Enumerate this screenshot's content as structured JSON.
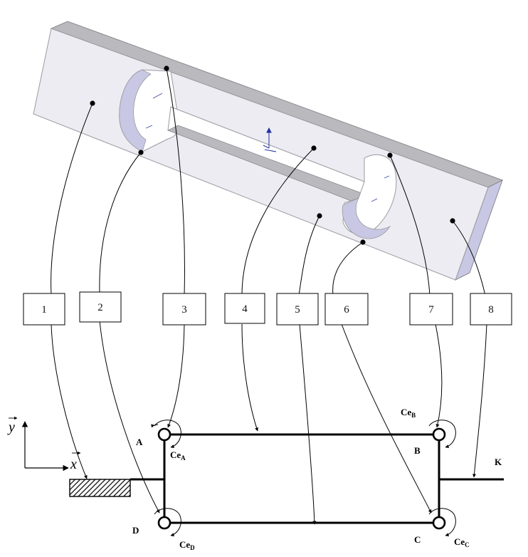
{
  "numbered_boxes": [
    {
      "label": "1"
    },
    {
      "label": "2"
    },
    {
      "label": "3"
    },
    {
      "label": "4"
    },
    {
      "label": "5"
    },
    {
      "label": "6"
    },
    {
      "label": "7"
    },
    {
      "label": "8"
    }
  ],
  "nodes": {
    "A": "A",
    "B": "B",
    "C": "C",
    "D": "D",
    "K": "K"
  },
  "moments": {
    "A": {
      "main": "Ce",
      "sub": "A"
    },
    "B": {
      "main": "Ce",
      "sub": "B"
    },
    "C": {
      "main": "Ce",
      "sub": "C"
    },
    "D": {
      "main": "Ce",
      "sub": "D"
    }
  },
  "axes": {
    "x": "x",
    "y": "y"
  },
  "colors": {
    "part_face": "#ececf2",
    "part_top": "#b9b9be",
    "part_side": "#c8c8e4",
    "line": "#000000"
  }
}
